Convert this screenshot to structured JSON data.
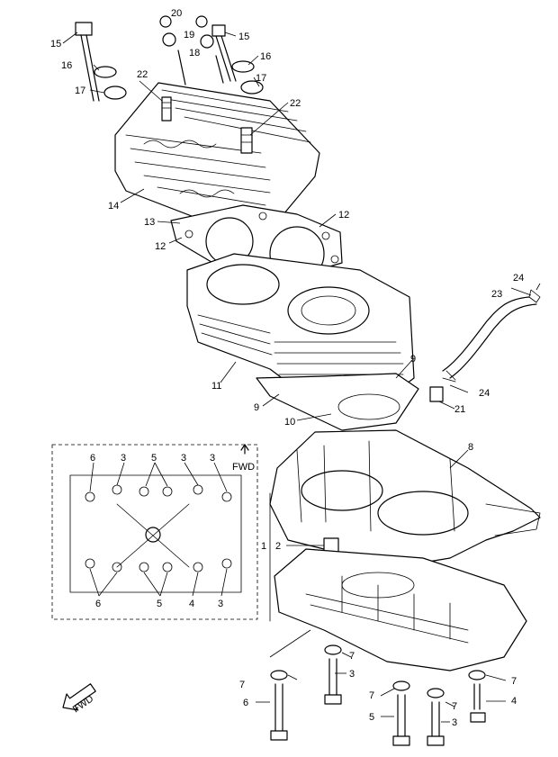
{
  "labels": {
    "l1": "1",
    "l2": "2",
    "l3": "3",
    "l4": "4",
    "l5": "5",
    "l6": "6",
    "l7": "7",
    "l8": "8",
    "l9": "9",
    "l10": "10",
    "l11": "11",
    "l12": "12",
    "l13": "13",
    "l14": "14",
    "l15": "15",
    "l16": "16",
    "l17": "17",
    "l18": "18",
    "l19": "19",
    "l20": "20",
    "l21": "21",
    "l22": "22",
    "l23": "23",
    "l24": "24"
  },
  "inset": {
    "fwd": "FWD"
  },
  "corner_arrow": {
    "fwd": "FWD"
  }
}
